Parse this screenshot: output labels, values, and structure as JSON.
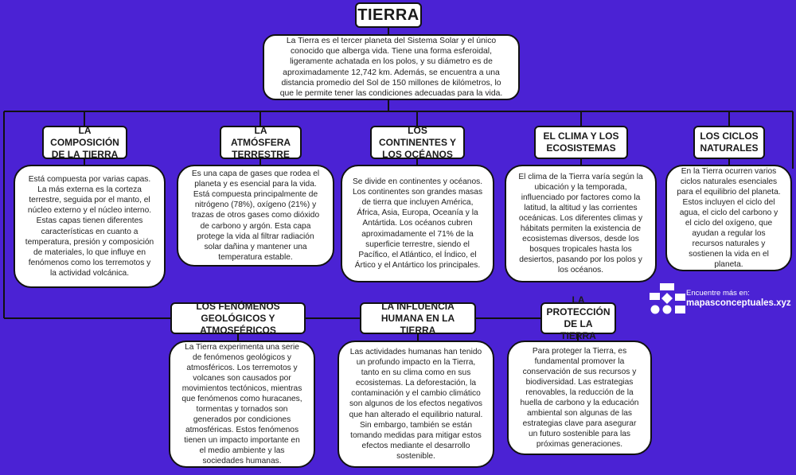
{
  "title": "TIERRA",
  "intro": "La Tierra es el tercer planeta del Sistema Solar y el único conocido que alberga vida. Tiene una forma esferoidal, ligeramente achatada en los polos, y su diámetro es de aproximadamente 12,742 km. Además, se encuentra a una distancia promedio del Sol de 150 millones de kilómetros, lo que le permite tener las condiciones adecuadas para la vida.",
  "topics": [
    {
      "heading": "LA COMPOSICIÓN DE LA TIERRA",
      "text": "Está compuesta por varias capas. La más externa es la corteza terrestre, seguida por el manto, el núcleo externo y el núcleo interno. Estas capas tienen diferentes características en cuanto a temperatura, presión y composición de materiales, lo que influye en fenómenos como los terremotos y la actividad volcánica."
    },
    {
      "heading": "LA ATMÓSFERA TERRESTRE",
      "text": "Es una capa de gases que rodea el planeta y es esencial para la vida. Está compuesta principalmente de nitrógeno (78%), oxígeno (21%) y trazas de otros gases como dióxido de carbono y argón. Esta capa protege la vida al filtrar radiación solar dañina y mantener una temperatura estable."
    },
    {
      "heading": "LOS CONTINENTES Y LOS OCÉANOS",
      "text": "Se divide en continentes y océanos. Los continentes son grandes masas de tierra que incluyen América, África, Asia, Europa, Oceanía y la Antártida. Los océanos cubren aproximadamente el 71% de la superficie terrestre, siendo el Pacífico, el Atlántico, el Índico, el Ártico y el Antártico los principales."
    },
    {
      "heading": "EL CLIMA Y LOS ECOSISTEMAS",
      "text": "El clima de la Tierra varía según la ubicación y la temporada, influenciado por factores como la latitud, la altitud y las corrientes oceánicas. Los diferentes climas y hábitats permiten la existencia de ecosistemas diversos, desde los bosques tropicales hasta los desiertos, pasando por los polos y los océanos."
    },
    {
      "heading": "LOS CICLOS NATURALES",
      "text": "En la Tierra ocurren varios ciclos naturales esenciales para el equilibrio del planeta. Estos incluyen el ciclo del agua, el ciclo del carbono y el ciclo del oxígeno, que ayudan a regular los recursos naturales y sostienen la vida en el planeta."
    },
    {
      "heading": "LOS FENÓMENOS GEOLÓGICOS Y ATMOSFÉRICOS",
      "text": "La Tierra experimenta una serie de fenómenos geológicos y atmosféricos. Los terremotos y volcanes son causados por movimientos tectónicos, mientras que fenómenos como huracanes, tormentas y tornados son generados por condiciones atmosféricas. Estos fenómenos tienen un impacto importante en el medio ambiente y las sociedades humanas."
    },
    {
      "heading": "LA INFLUENCIA HUMANA EN LA TIERRA",
      "text": "Las actividades humanas han tenido un profundo impacto en la Tierra, tanto en su clima como en sus ecosistemas. La deforestación, la contaminación y el cambio climático son algunos de los efectos negativos que han alterado el equilibrio natural. Sin embargo, también se están tomando medidas para mitigar estos efectos mediante el desarrollo sostenible."
    },
    {
      "heading": "LA PROTECCIÓN DE LA TIERRA",
      "text": "Para proteger la Tierra, es fundamental promover la conservación de sus recursos y biodiversidad. Las estrategias renovables, la reducción de la huella de carbono y la educación ambiental son algunas de las estrategias clave para asegurar un futuro sostenible para las próximas generaciones."
    }
  ],
  "branding": {
    "tagline": "Encuentre más en:",
    "site": "mapasconceptuales.xyz"
  }
}
